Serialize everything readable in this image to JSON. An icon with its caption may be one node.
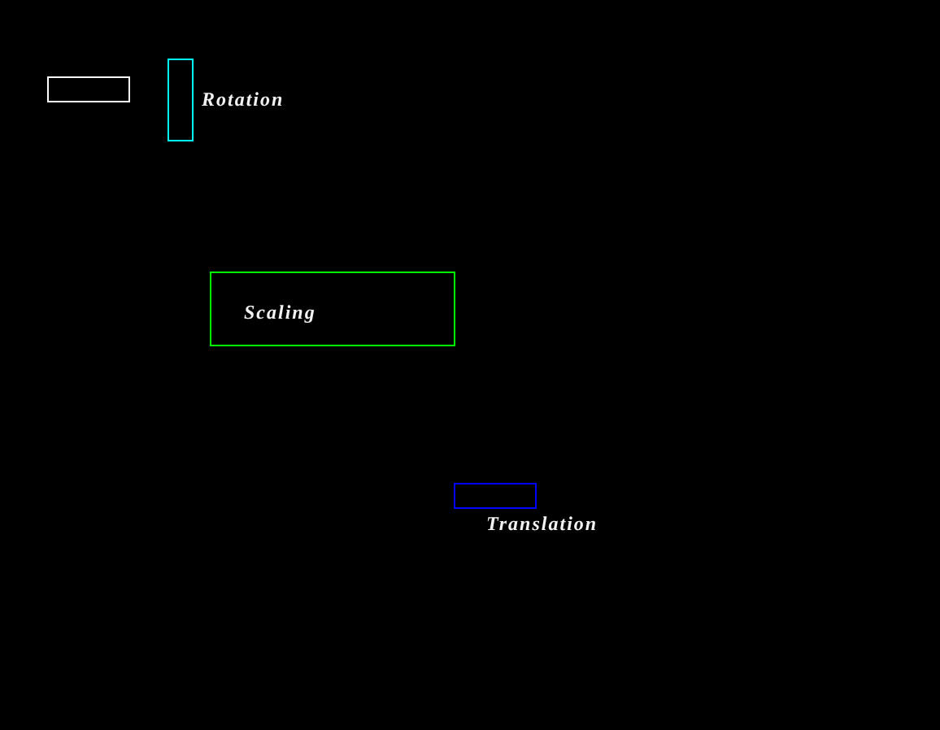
{
  "diagram": {
    "nodes": [
      {
        "text": [],
        "shape": "box"
      },
      {
        "text": [],
        "shape": "box",
        "beside": [
          "Rotation"
        ]
      },
      {
        "text": [
          "Scaling"
        ]
      },
      {
        "text": [],
        "shape": "box",
        "beside": [
          "Translation"
        ]
      }
    ]
  }
}
